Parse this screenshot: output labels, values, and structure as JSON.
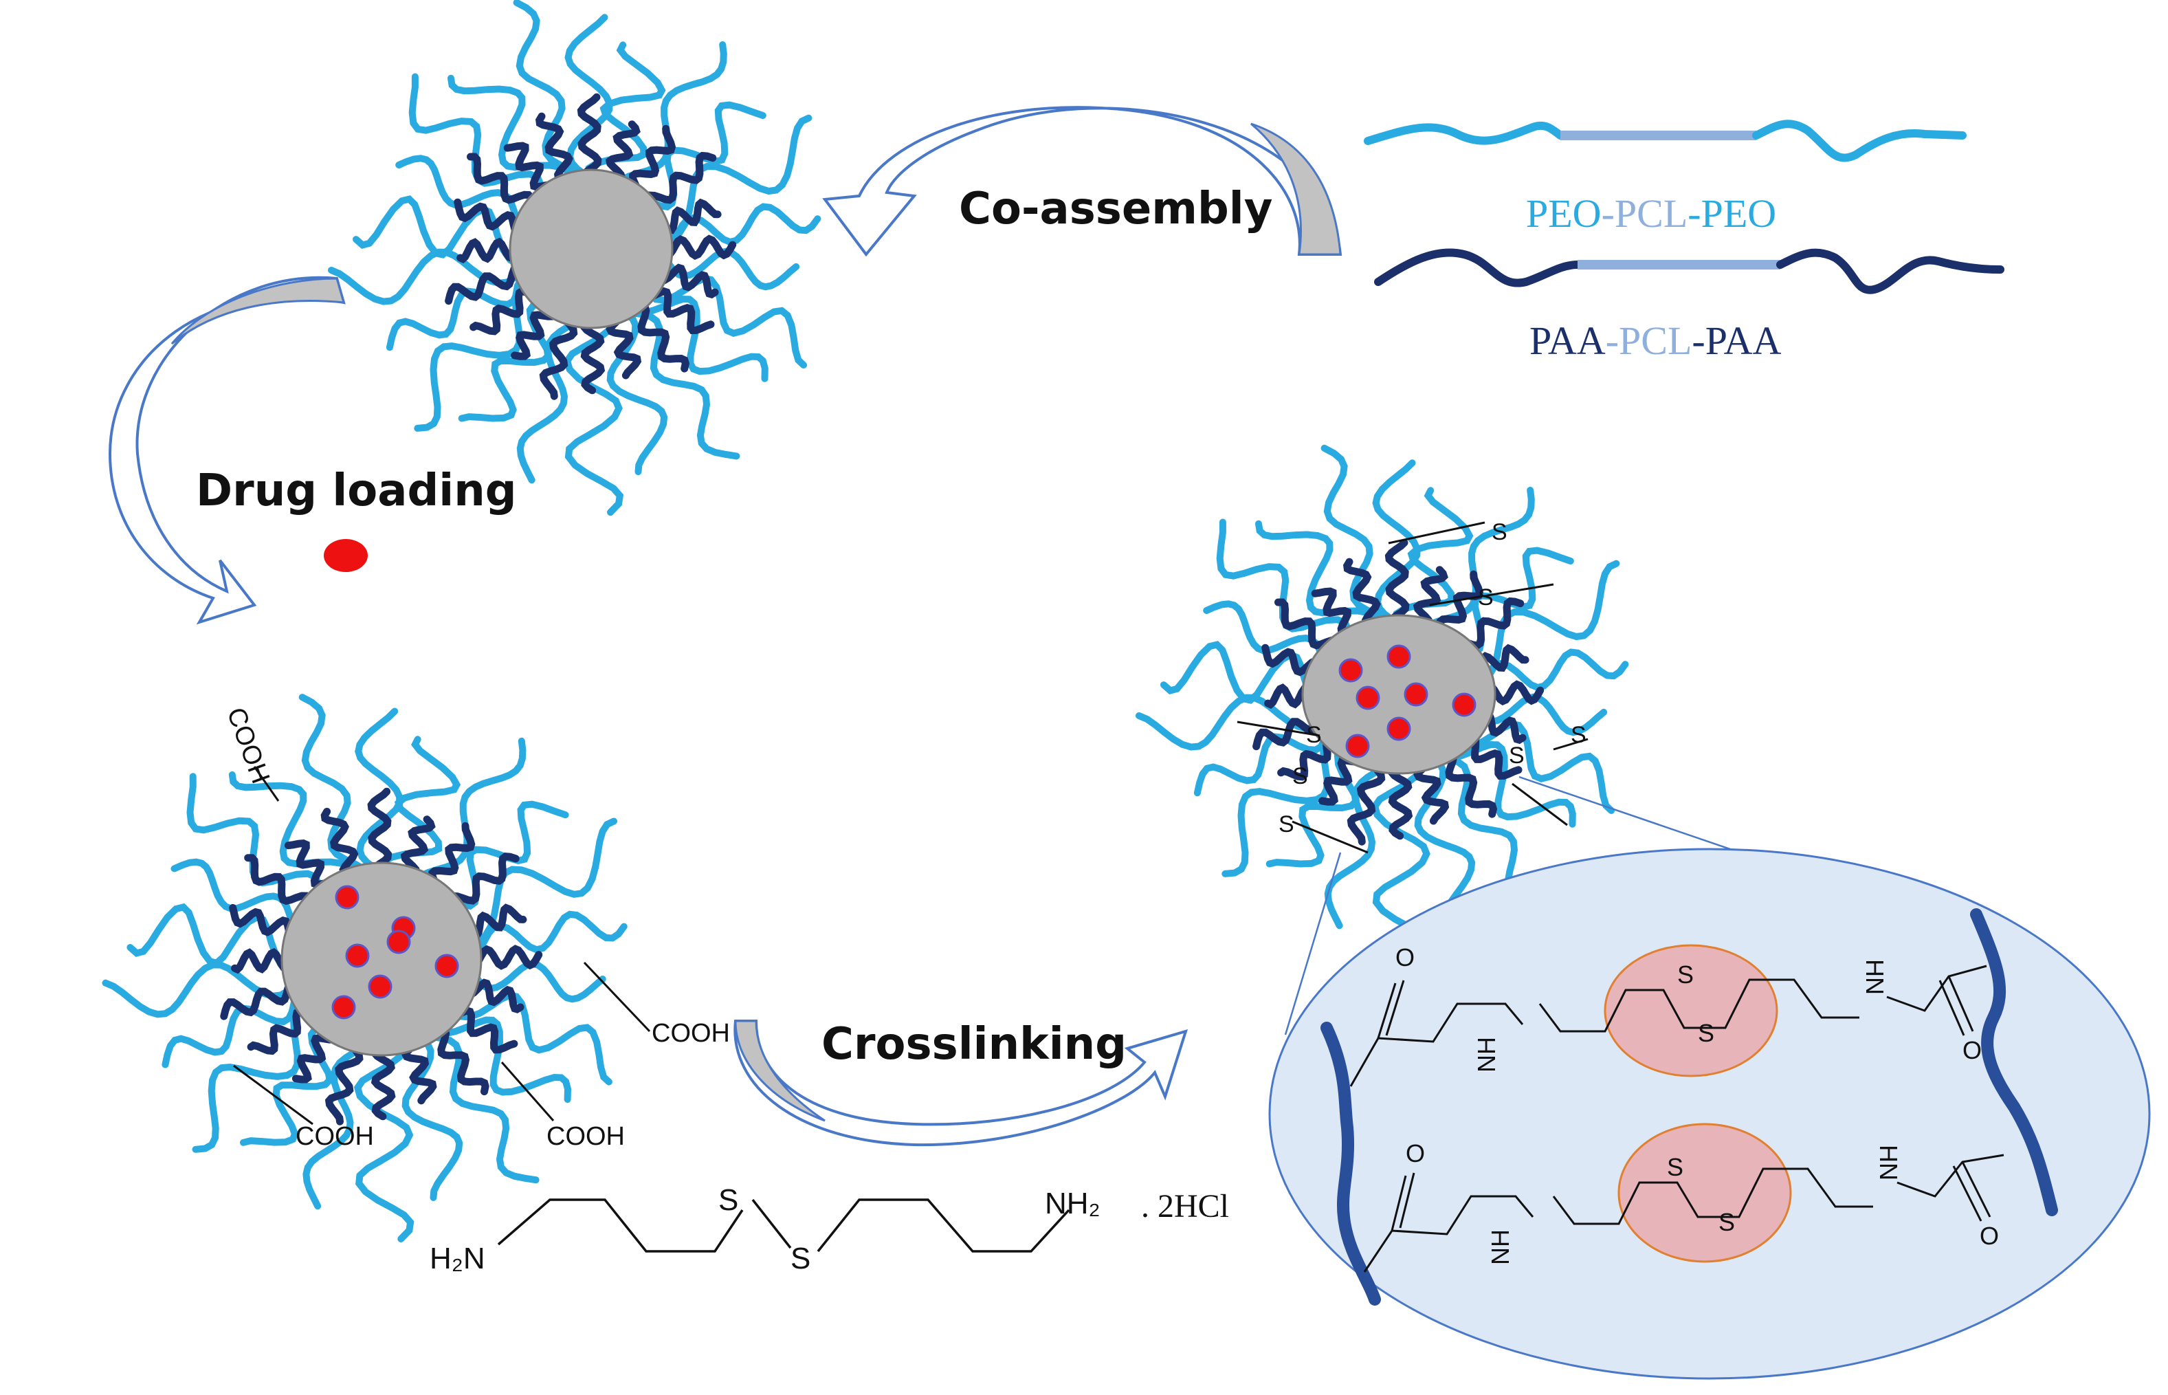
{
  "labels": {
    "co_assembly": "Co-assembly",
    "drug_loading": "Drug loading",
    "crosslinking": "Crosslinking"
  },
  "legend": {
    "peo_polymer": {
      "a": "PEO",
      "sep1": "-",
      "b": "PCL",
      "sep2": "-",
      "c": "PEO"
    },
    "paa_polymer": {
      "a": "PAA",
      "sep1": "-",
      "b": "PCL",
      "sep2": "-",
      "c": "PAA"
    }
  },
  "groups": {
    "cooh": "COOH",
    "s": "S",
    "nh": "NH",
    "hn": "HN",
    "o": "O"
  },
  "crosslinker": {
    "h2n": "H₂N",
    "nh2": "NH₂",
    "s": "S",
    "salt": ". 2HCl"
  },
  "colors": {
    "peo": "#29abe2",
    "paa": "#1b2f6b",
    "pcl": "#8fb0dd",
    "core": "#b3b3b3",
    "drug": "#ee1111",
    "zoom_fill": "#dde8f6",
    "ss_highlight": "#e7b4ba",
    "arrow_gray": "#c2c2c2",
    "arrow_outline": "#4a78c8"
  },
  "icons": {
    "micelle": "micelle-icon",
    "drug": "drug-dot-icon",
    "arrow": "curved-arrow-icon"
  }
}
